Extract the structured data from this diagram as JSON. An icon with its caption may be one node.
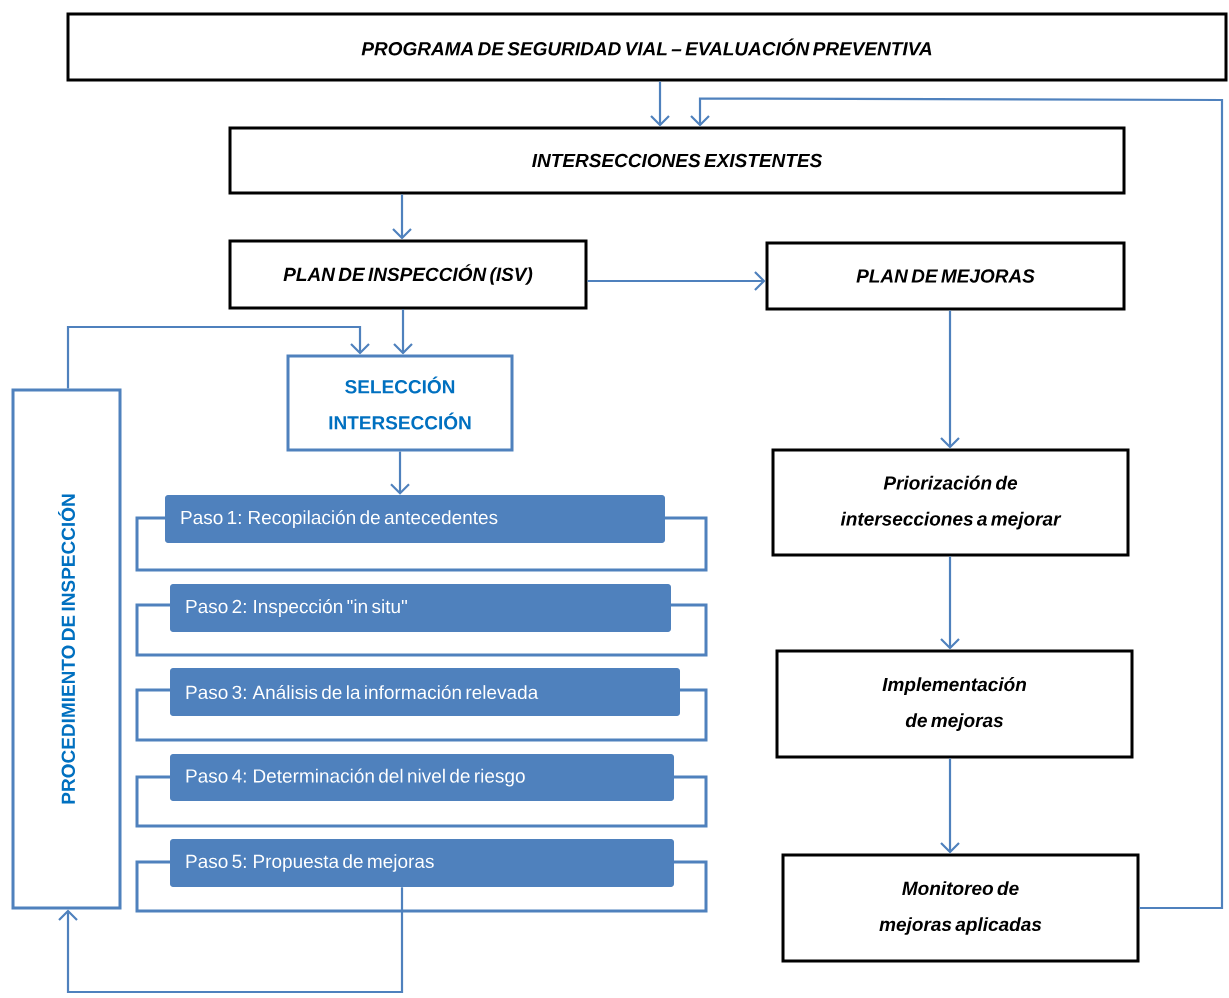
{
  "diagram": {
    "nodes": [
      {
        "text": [
          "PROGRAMA DE SEGURIDAD VIAL – EVALUACIÓN PREVENTIVA"
        ]
      },
      {
        "text": [
          "INTERSECCIONES EXISTENTES"
        ]
      },
      {
        "text": [
          "PLAN DE INSPECCIÓN (ISV)"
        ]
      },
      {
        "text": [
          "PLAN DE MEJORAS"
        ]
      },
      {
        "text": [
          "SELECCIÓN INTERSECCIÓN"
        ]
      },
      {
        "text": [
          "PROCEDIMIENTO DE INSPECCIÓN"
        ]
      },
      {
        "text": [
          "Paso 1: Recopilación de antecedentes"
        ]
      },
      {
        "text": [
          "Paso 2: Inspección \"in situ\""
        ]
      },
      {
        "text": [
          "Paso 3: Análisis de la información relevada"
        ]
      },
      {
        "text": [
          "Paso 4: Determinación del nivel de riesgo"
        ]
      },
      {
        "text": [
          "Paso 5: Propuesta de mejoras"
        ]
      },
      {
        "text": [
          "Priorización de intersecciones a mejorar"
        ]
      },
      {
        "text": [
          "Implementación de mejoras"
        ]
      },
      {
        "text": [
          "Monitoreo de mejoras aplicadas"
        ]
      }
    ],
    "edges": [
      {
        "from": 0,
        "to": 1,
        "arrow": "to"
      },
      {
        "from": 1,
        "to": 2,
        "arrow": "to"
      },
      {
        "from": 2,
        "to": 3,
        "arrow": "to"
      },
      {
        "from": 2,
        "to": 4,
        "arrow": "to"
      },
      {
        "from": 4,
        "to": 6,
        "arrow": "to"
      },
      {
        "from": 3,
        "to": 11,
        "arrow": "to"
      },
      {
        "from": 11,
        "to": 12,
        "arrow": "to"
      },
      {
        "from": 12,
        "to": 13,
        "arrow": "to"
      },
      {
        "from": 13,
        "to": 1,
        "arrow": "to"
      },
      {
        "from": 10,
        "to": 5,
        "arrow": "to"
      },
      {
        "from": 5,
        "to": 4,
        "arrow": "to"
      }
    ]
  }
}
